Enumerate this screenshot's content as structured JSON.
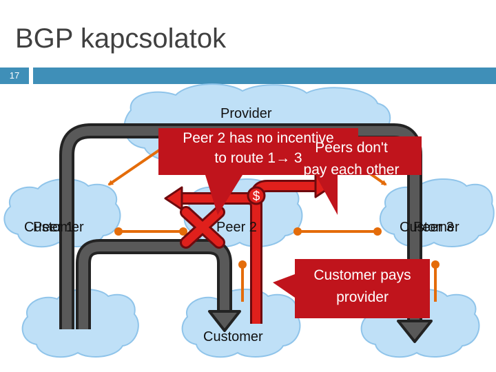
{
  "slide": {
    "title": "BGP kapcsolatok",
    "number": "17"
  },
  "nodes": {
    "provider": "Provider",
    "peer_left": "Peer 1",
    "customer_left": "Customer",
    "peer_middle": "Peer 2",
    "peer_right": "Peer 3",
    "customer_right": "Customer",
    "customer_bottom": "Customer"
  },
  "callouts": {
    "no_incentive_line1": "Peer 2 has no incentive",
    "no_incentive_line2": "to route 1→ 3",
    "peers_free_line1": "Peers don't",
    "peers_free_line2": "pay each other",
    "customer_pays_line1": "Customer pays",
    "customer_pays_line2": "provider"
  },
  "money_symbol": "$",
  "colors": {
    "accent_blue": "#3f8fb8",
    "cloud_fill": "#bfe0f7",
    "cloud_stroke": "#8fc4ea",
    "link_orange": "#e46c0a",
    "arrow_dark": "#505050",
    "callout_red": "#c0141c",
    "block_red": "#e0201c"
  }
}
